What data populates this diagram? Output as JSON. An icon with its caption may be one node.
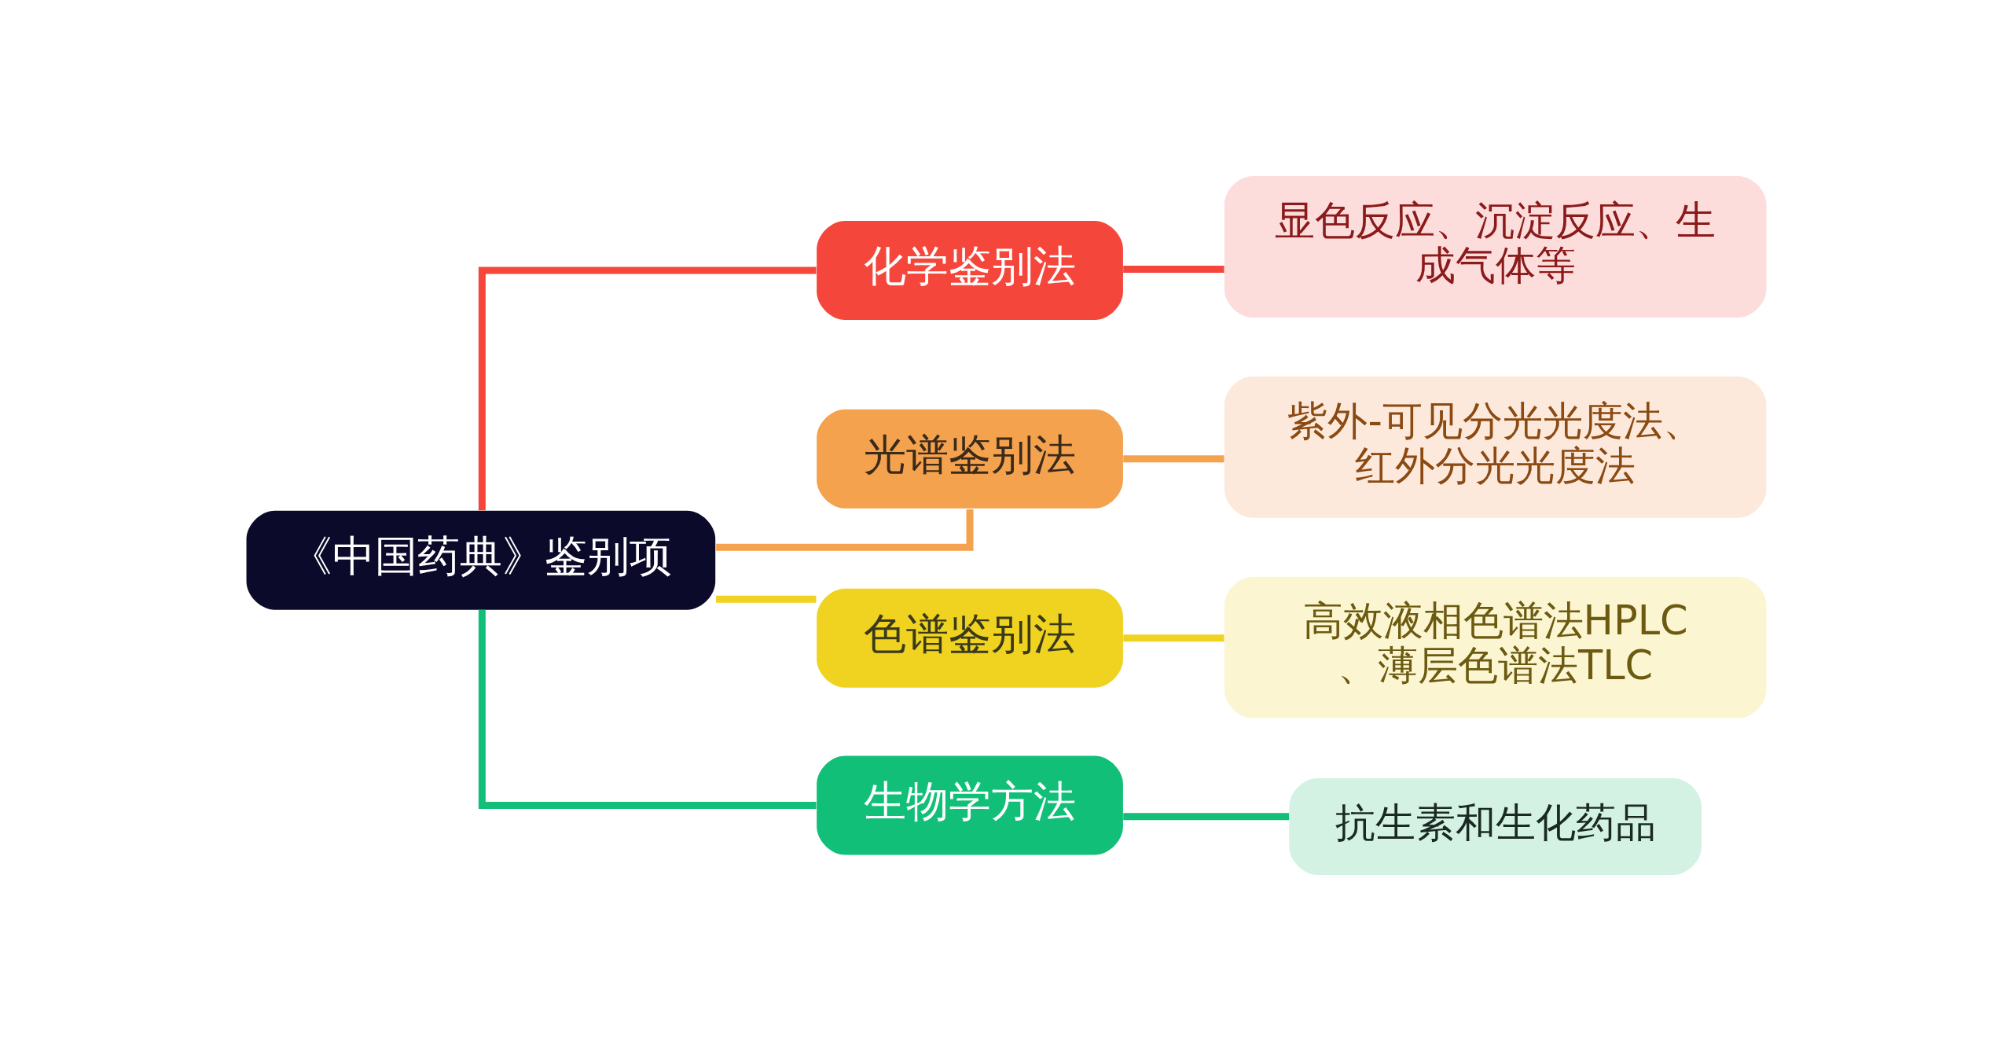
{
  "diagram": {
    "nodes": [
      {
        "text": [
          "《中国药典》鉴别项"
        ]
      },
      {
        "text": [
          "化学鉴别法"
        ]
      },
      {
        "text": [
          "光谱鉴别法"
        ]
      },
      {
        "text": [
          "色谱鉴别法"
        ]
      },
      {
        "text": [
          "生物学方法"
        ]
      },
      {
        "text": [
          "显色反应、沉淀反应、生成气体等"
        ]
      },
      {
        "text": [
          "紫外-可见分光光度法、红外分光光度法"
        ]
      },
      {
        "text": [
          "高效液相色谱法HPLC、薄层色谱法TLC"
        ]
      },
      {
        "text": [
          "抗生素和生化药品"
        ]
      }
    ],
    "edges": [
      {
        "from": 0,
        "to": 1,
        "arrow": "none",
        "color": "#f5463c"
      },
      {
        "from": 0,
        "to": 2,
        "arrow": "none",
        "color": "#f4a24e"
      },
      {
        "from": 0,
        "to": 3,
        "arrow": "none",
        "color": "#f0d321"
      },
      {
        "from": 0,
        "to": 4,
        "arrow": "none",
        "color": "#12bf78"
      },
      {
        "from": 1,
        "to": 5,
        "arrow": "none",
        "color": "#f5463c"
      },
      {
        "from": 2,
        "to": 6,
        "arrow": "none",
        "color": "#f4a24e"
      },
      {
        "from": 3,
        "to": 7,
        "arrow": "none",
        "color": "#f0d321"
      },
      {
        "from": 4,
        "to": 8,
        "arrow": "none",
        "color": "#12bf78"
      }
    ]
  }
}
